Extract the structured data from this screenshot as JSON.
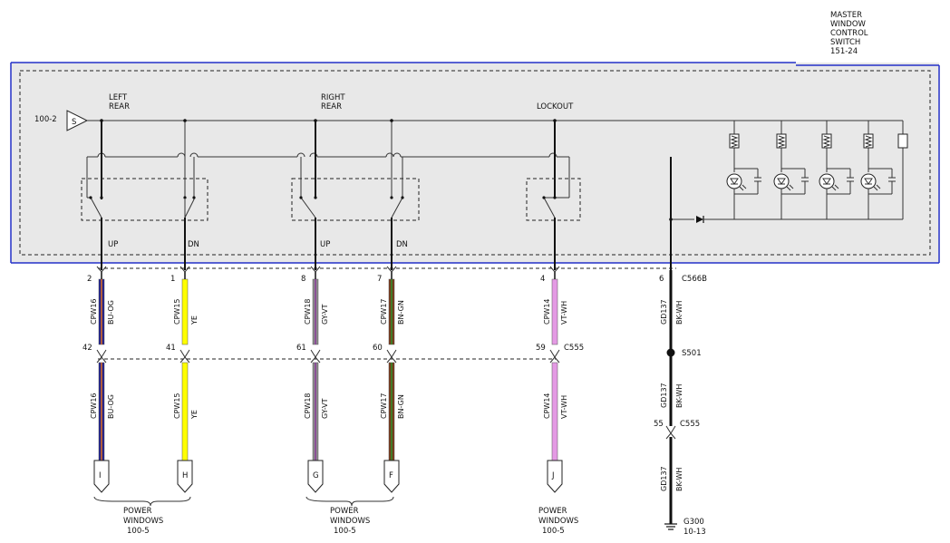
{
  "component": {
    "title_lines": [
      "MASTER",
      "WINDOW",
      "CONTROL",
      "SWITCH",
      "151-24"
    ]
  },
  "supply": {
    "ref": "100-2",
    "symbol": "S"
  },
  "switch_labels": {
    "left_rear": [
      "LEFT",
      "REAR"
    ],
    "right_rear": [
      "RIGHT",
      "REAR"
    ],
    "lockout": "LOCKOUT",
    "up": "UP",
    "dn": "DN"
  },
  "connectors": {
    "switch": "C566B",
    "inline": "C555",
    "splice": "S501",
    "ground": "G300",
    "ground_ref": "10-13"
  },
  "circuits": [
    {
      "pin_top": "2",
      "pin_mid": "42",
      "circuit": "CPW16",
      "color_code": "BU-OG",
      "stroke": "#1f1f8f",
      "stripe": "#e07020",
      "terminal": "I"
    },
    {
      "pin_top": "1",
      "pin_mid": "41",
      "circuit": "CPW15",
      "color_code": "YE",
      "stroke": "#ffff00",
      "stripe": "",
      "terminal": "H"
    },
    {
      "pin_top": "8",
      "pin_mid": "61",
      "circuit": "CPW18",
      "color_code": "GY-VT",
      "stroke": "#8c8c8c",
      "stripe": "#8a3c9a",
      "terminal": "G"
    },
    {
      "pin_top": "7",
      "pin_mid": "60",
      "circuit": "CPW17",
      "color_code": "BN-GN",
      "stroke": "#7a3a1a",
      "stripe": "#2d8f2d",
      "terminal": "F"
    },
    {
      "pin_top": "4",
      "pin_mid": "59",
      "circuit": "CPW14",
      "color_code": "VT-WH",
      "stroke": "#e49ae4",
      "stripe": "",
      "terminal": "J"
    }
  ],
  "ground_circuit": {
    "pin_top": "6",
    "pin_mid": "55",
    "circuit": "GD137",
    "color_code": "BK-WH",
    "stroke": "#000000"
  },
  "destinations": [
    {
      "lines": [
        "POWER",
        "WINDOWS",
        "100-5"
      ]
    },
    {
      "lines": [
        "POWER",
        "WINDOWS",
        "100-5"
      ]
    },
    {
      "lines": [
        "POWER",
        "WINDOWS",
        "100-5"
      ]
    }
  ]
}
